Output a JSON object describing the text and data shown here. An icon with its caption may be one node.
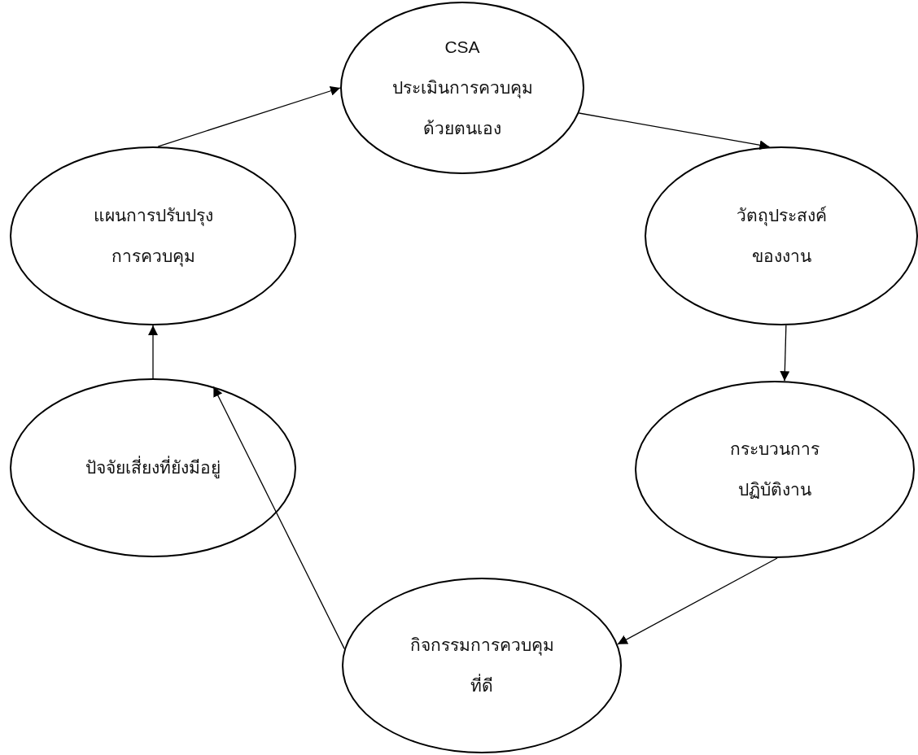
{
  "diagram": {
    "nodes": [
      {
        "text": [
          "CSA ประเมินการควบคุม ด้วยตนเอง"
        ]
      },
      {
        "text": [
          "วัตถุประสงค์ ของงาน"
        ]
      },
      {
        "text": [
          "กระบวนการ ปฏิบัติงาน"
        ]
      },
      {
        "text": [
          "กิจกรรมการควบคุม ที่ดี"
        ]
      },
      {
        "text": [
          "ปัจจัยเสี่ยงที่ยังมีอยู่"
        ]
      },
      {
        "text": [
          "แผนการปรับปรุง การควบคุม"
        ]
      }
    ],
    "edges": [
      {
        "from": 5,
        "to": 0,
        "arrow": "to"
      },
      {
        "from": 0,
        "to": 1,
        "arrow": "to"
      },
      {
        "from": 1,
        "to": 2,
        "arrow": "to"
      },
      {
        "from": 2,
        "to": 3,
        "arrow": "to"
      },
      {
        "from": 3,
        "to": 4,
        "arrow": "to"
      },
      {
        "from": 4,
        "to": 5,
        "arrow": "to"
      }
    ]
  }
}
